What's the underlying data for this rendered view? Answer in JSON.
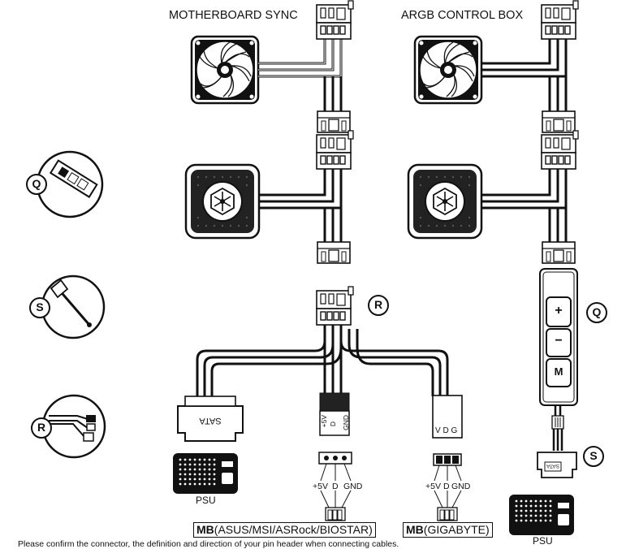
{
  "headers": {
    "mb_sync": "MOTHERBOARD SYNC",
    "argb_box": "ARGB CONTROL BOX"
  },
  "callouts": {
    "q": "Q",
    "s": "S",
    "r": "R"
  },
  "psu_label": "PSU",
  "sata_text": "SATA",
  "connector_pins": {
    "argb_vertical": [
      "+5V",
      "D",
      "GND"
    ],
    "vdg_plug": "V D G",
    "mb_pins": [
      "+5V",
      "D",
      "GND"
    ],
    "gigabyte_pins": [
      "+5V",
      "D",
      "GND"
    ]
  },
  "control_box_buttons": [
    "+",
    "−",
    "M"
  ],
  "mb_labels": {
    "asus_bold": "MB",
    "asus_rest": "(ASUS/MSI/ASRock/BIOSTAR)",
    "gigabyte_bold": "MB",
    "gigabyte_rest": "(GIGABYTE)"
  },
  "footnote": "Please confirm the connector, the definition and direction of your pin header when connecting cables."
}
